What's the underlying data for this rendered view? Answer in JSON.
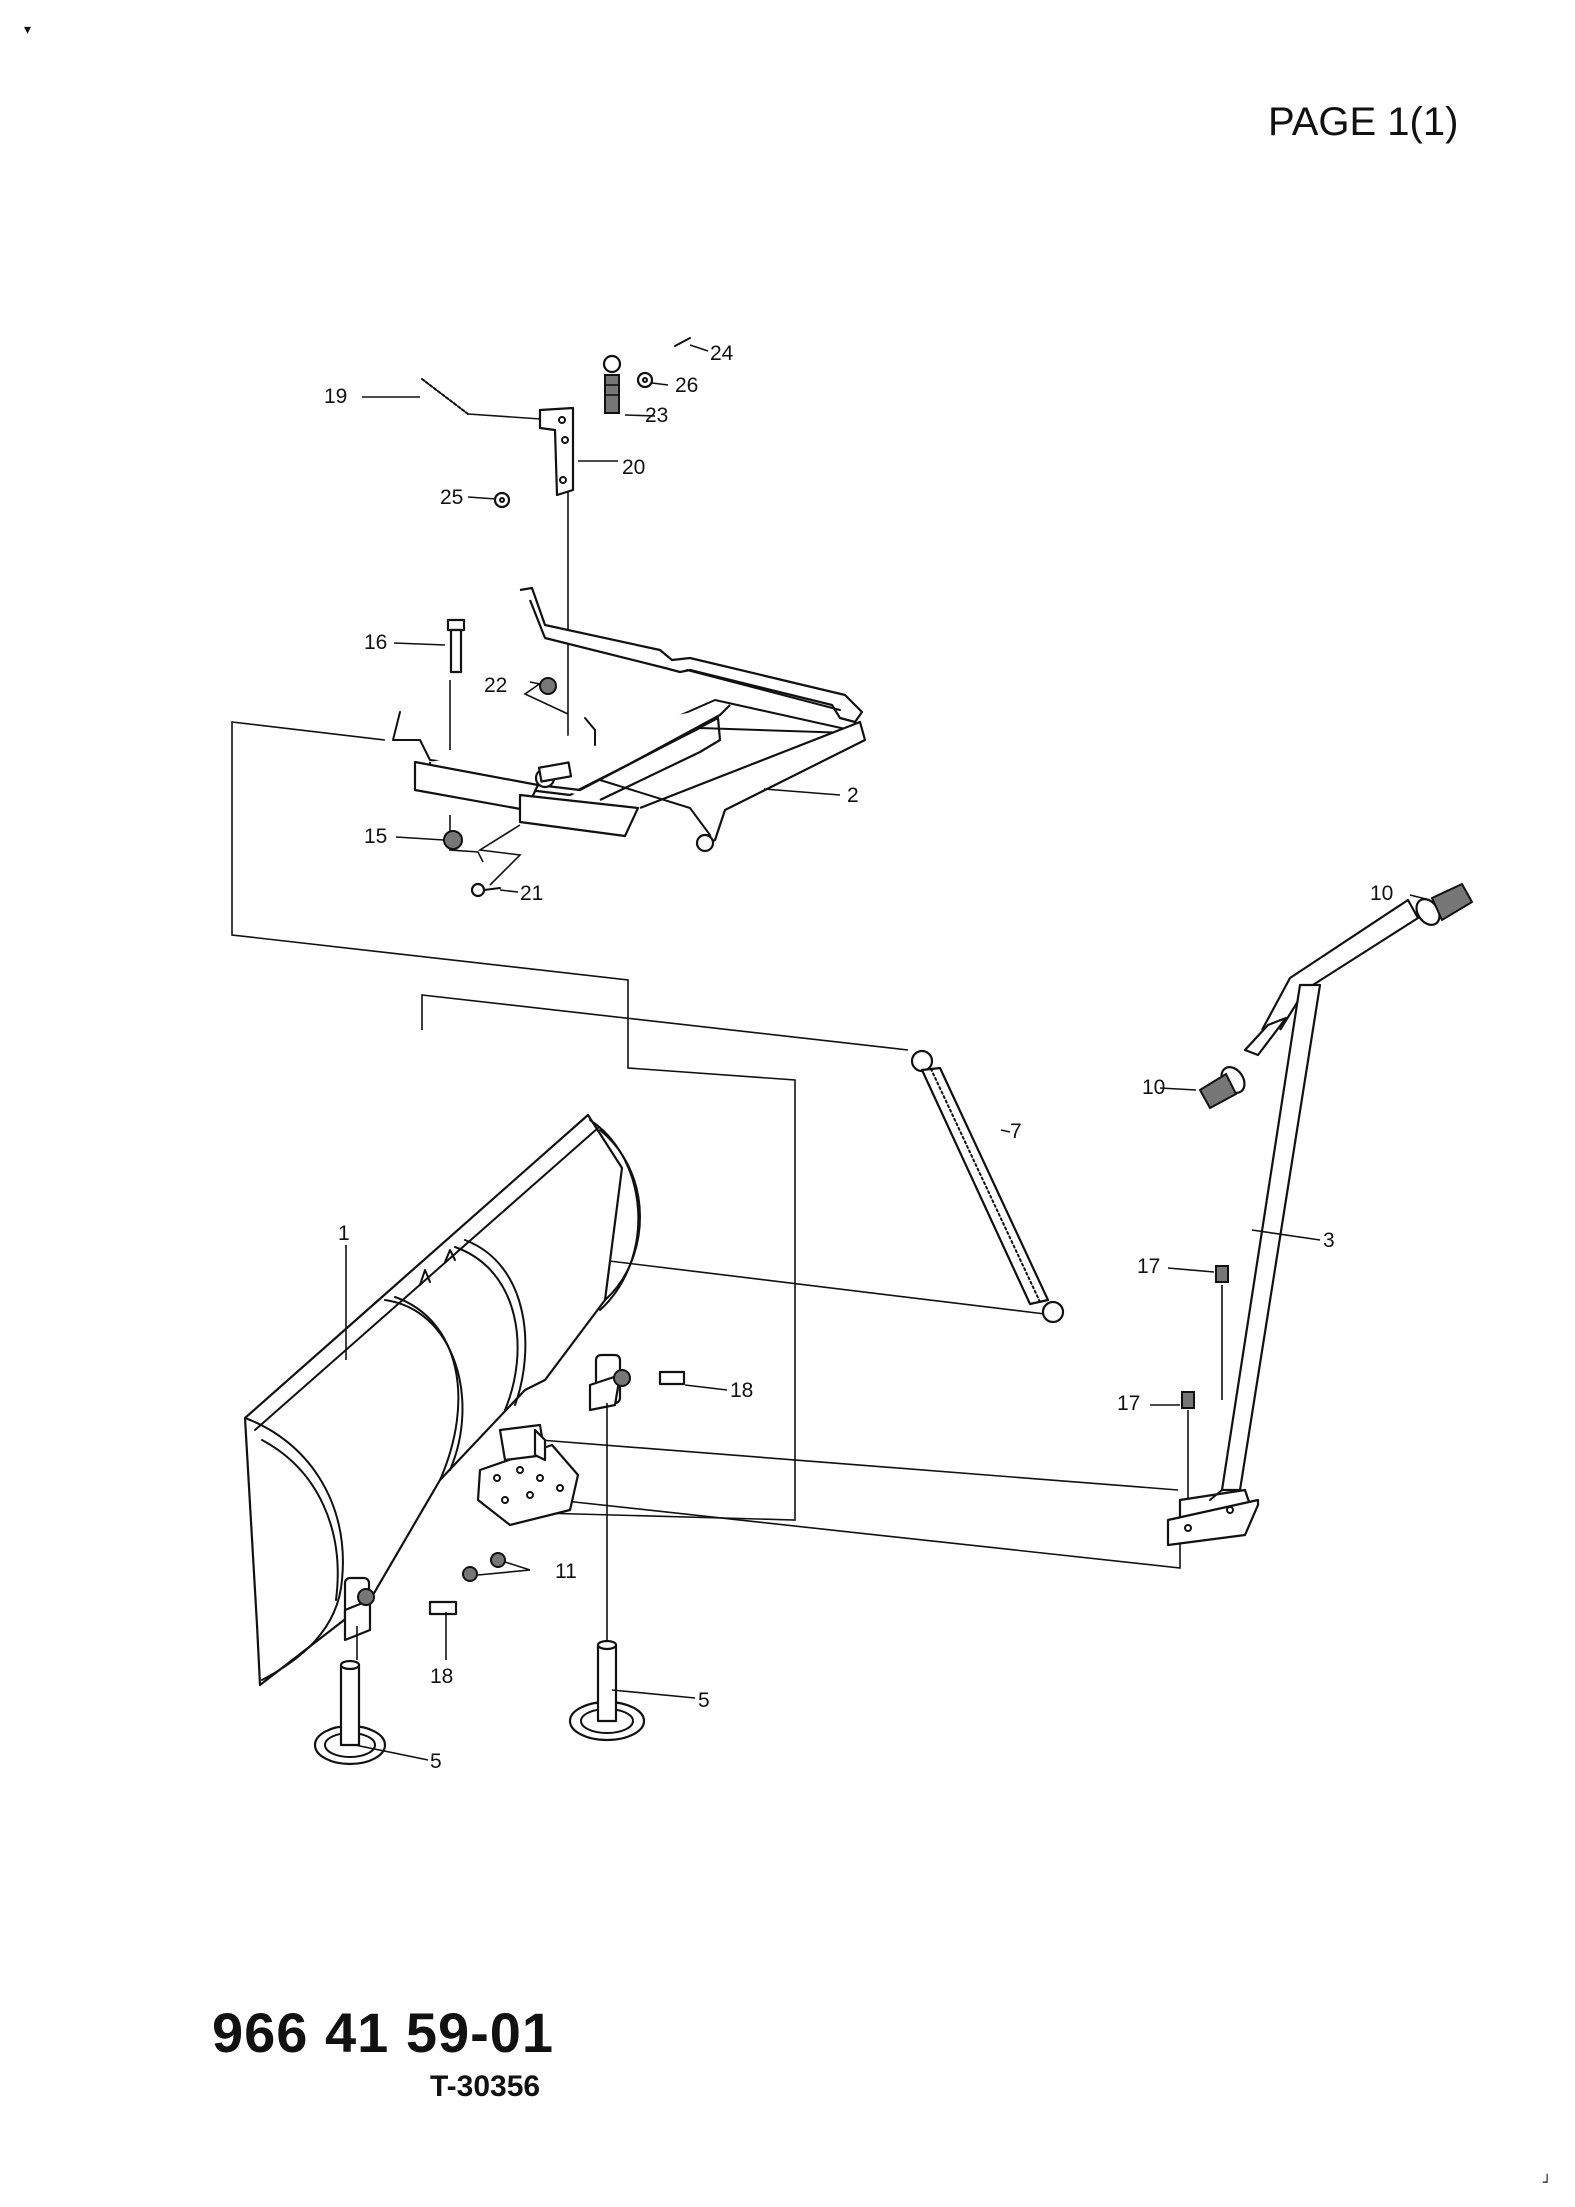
{
  "header": {
    "page_label": "PAGE 1(1)"
  },
  "footer": {
    "part_number": "966 41 59-01",
    "drawing_ref": "T-30356"
  },
  "corner_marks": {
    "top_left": "▾",
    "bottom_right": "┘"
  },
  "callouts": {
    "c1": "1",
    "c2": "2",
    "c3": "3",
    "c5a": "5",
    "c5b": "5",
    "c7": "7",
    "c10a": "10",
    "c10b": "10",
    "c11": "11",
    "c15": "15",
    "c16": "16",
    "c17a": "17",
    "c17b": "17",
    "c18a": "18",
    "c18b": "18",
    "c19": "19",
    "c20": "20",
    "c21": "21",
    "c22": "22",
    "c23": "23",
    "c24": "24",
    "c25": "25",
    "c26": "26"
  }
}
